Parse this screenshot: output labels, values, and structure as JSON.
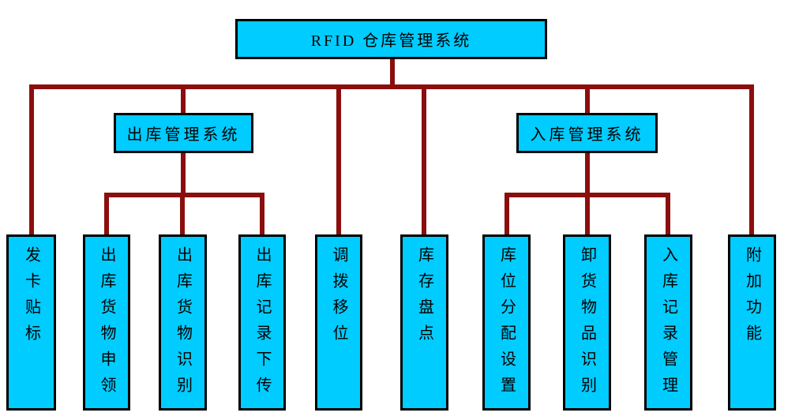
{
  "diagram": {
    "root": {
      "label": "RFID 仓库管理系统"
    },
    "branches": [
      {
        "label": "出库管理系统",
        "children": [
          "出库货物申领",
          "出库货物识别",
          "出库记录下传"
        ]
      },
      {
        "label": "入库管理系统",
        "children": [
          "库位分配设置",
          "卸货物品识别",
          "入库记录管理"
        ]
      }
    ],
    "leaves": [
      {
        "label": "发卡贴标"
      },
      {
        "label": "出库货物申领"
      },
      {
        "label": "出库货物识别"
      },
      {
        "label": "出库记录下传"
      },
      {
        "label": "调拨移位"
      },
      {
        "label": "库存盘点"
      },
      {
        "label": "库位分配设置"
      },
      {
        "label": "卸货物品识别"
      },
      {
        "label": "入库记录管理"
      },
      {
        "label": "附加功能"
      }
    ],
    "colors": {
      "node_fill": "#00ccff",
      "node_border": "#000000",
      "connector": "#8b0e0e"
    }
  }
}
